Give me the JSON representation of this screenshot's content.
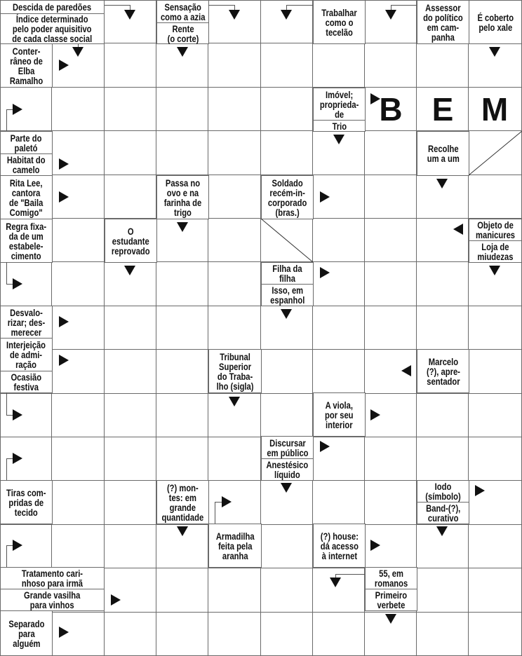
{
  "clues": [
    "Descida de paredões",
    "Índice determinado\npelo poder aquisitivo\nde cada classe social",
    "Sensação\ncomo a azia",
    "Rente\n(o corte)",
    "Trabalhar\ncomo o\ntecelão",
    "Assessor\ndo político\nem cam-\npanha",
    "É coberto\npelo xale",
    "Conter-\nrâneo de\nElba\nRamalho",
    "Imóvel;\nproprieda-\nde",
    "Trio",
    "Parte do\npaletó",
    "Habitat do\ncamelo",
    "Recolhe\num a um",
    "Rita Lee,\ncantora\nde \"Baila\nComigo\"",
    "Passa no\novo e na\nfarinha de\ntrigo",
    "Soldado\nrecém-in-\ncorporado\n(bras.)",
    "Regra fixa-\nda de um\nestabele-\ncimento",
    "O\nestudante\nreprovado",
    "Objeto de\nmanicures",
    "Loja de\nmiudezas",
    "Filha da\nfilha",
    "Isso, em\nespanhol",
    "Desvalo-\nrizar; des-\nmerecer",
    "Interjeição\nde admi-\nração",
    "Ocasião\nfestiva",
    "Tribunal\nSuperior\ndo Traba-\nlho (sigla)",
    "Marcelo\n(?), apre-\nsentador",
    "A viola,\npor seu\ninterior",
    "Discursar\nem público",
    "Anestésico\nlíquido",
    "Tiras com-\npridas de\ntecido",
    "(?) mon-\ntes: em\ngrande\nquantidade",
    "Iodo\n(símbolo)",
    "Band-(?),\ncurativo",
    "Armadilha\nfeita pela\naranha",
    "(?) house:\ndá acesso\nà internet",
    "Tratamento cari-\nnhoso para irmã",
    "Grande vasilha\npara vinhos",
    "55, em\nromanos",
    "Primeiro\nverbete",
    "Separado\npara\nalguém"
  ],
  "filled_letters": [
    "B",
    "E",
    "M"
  ]
}
